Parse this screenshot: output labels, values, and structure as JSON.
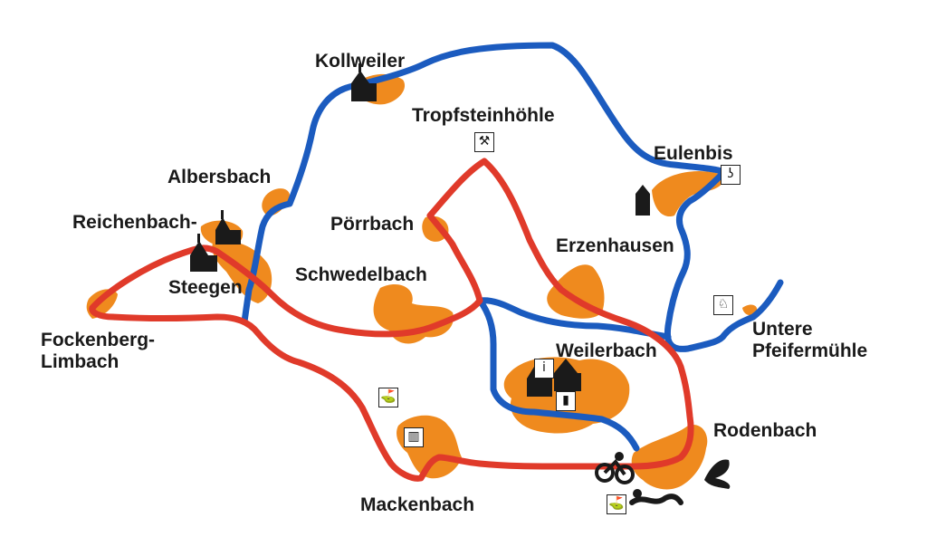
{
  "places": {
    "kollweiler": "Kollweiler",
    "tropfsteinhoehle": "Tropfsteinhöhle",
    "eulenbis": "Eulenbis",
    "albersbach": "Albersbach",
    "reichenbach": "Reichenbach-",
    "poerrbach": "Pörrbach",
    "erzenhausen": "Erzenhausen",
    "steegen": "Steegen",
    "schwedelbach": "Schwedelbach",
    "fockenberg": "Fockenberg-\nLimbach",
    "untere": "Untere\nPfeifermühle",
    "weilerbach": "Weilerbach",
    "rodenbach": "Rodenbach",
    "mackenbach": "Mackenbach"
  },
  "colors": {
    "red_route": "#e03a2a",
    "blue_route": "#1b5bbf",
    "settlement": "#ef8a1e",
    "symbol": "#1a1a1a"
  },
  "icons": [
    "mine-icon",
    "mill-icon",
    "church-icon",
    "info-icon",
    "golf-icon",
    "museum-icon",
    "horse-icon",
    "swimmer-icon",
    "cyclist-icon",
    "tower-icon"
  ]
}
